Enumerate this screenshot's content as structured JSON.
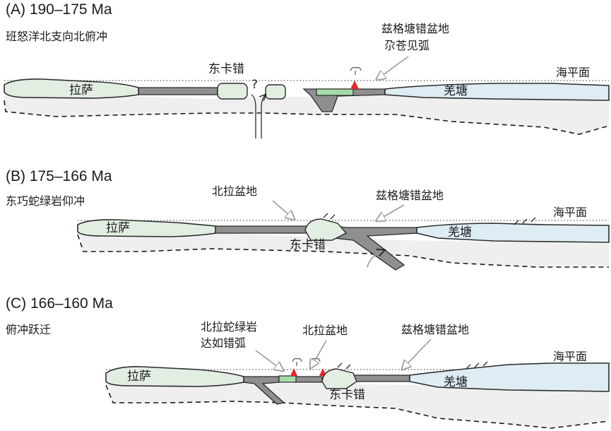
{
  "panels": {
    "a": {
      "title": "(A) 190–175 Ma",
      "subtitle": "班怒洋北支向北俯冲",
      "lhasa": "拉萨",
      "qiangtang": "羌塘",
      "dongqiao": "东卡错",
      "sea_level": "海平面",
      "basin_line1": "兹格塘错盆地",
      "basin_line2": "尕苍见弧",
      "question": "?"
    },
    "b": {
      "title": "(B) 175–166 Ma",
      "subtitle": "东巧蛇绿岩仰冲",
      "lhasa": "拉萨",
      "qiangtang": "羌塘",
      "dongqiao": "东卡错",
      "sea_level": "海平面",
      "north_lhasa_basin": "北拉盆地",
      "basin": "兹格塘错盆地"
    },
    "c": {
      "title": "(C) 166–160 Ma",
      "subtitle": "俯冲跃迁",
      "lhasa": "拉萨",
      "qiangtang": "羌塘",
      "dongqiao": "东卡错",
      "sea_level": "海平面",
      "ophiolite_line1": "北拉蛇绿岩",
      "ophiolite_line2": "达如错弧",
      "north_lhasa_basin": "北拉盆地",
      "basin": "兹格塘错盆地"
    }
  },
  "colors": {
    "lhasa_fill": "#e3eee3",
    "qiangtang_fill": "#deedf3",
    "slab_fill": "#8f8f8f",
    "basin_fill": "#a5dba9",
    "volcano": "#e8262b",
    "arrow": "#9a9a9a"
  }
}
